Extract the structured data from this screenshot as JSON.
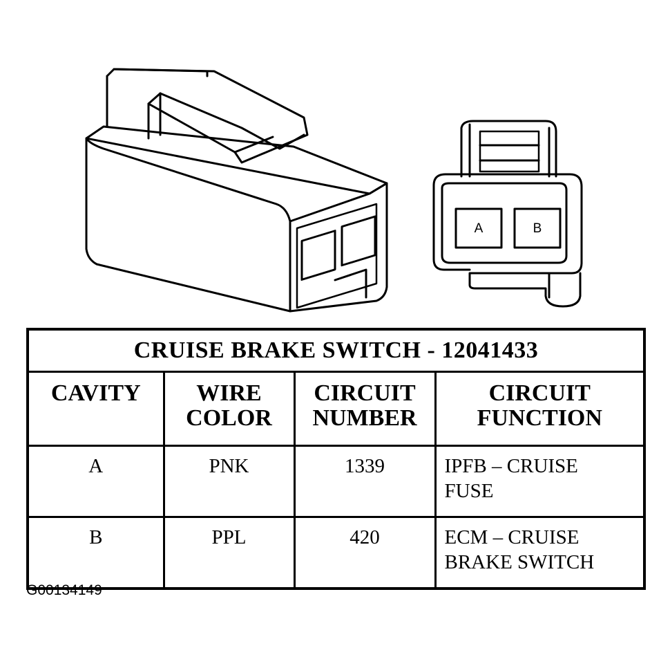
{
  "connector": {
    "cavity_labels": [
      "A",
      "B"
    ]
  },
  "table": {
    "title": "CRUISE BRAKE SWITCH - 12041433",
    "headers": [
      [
        "CAVITY"
      ],
      [
        "WIRE",
        "COLOR"
      ],
      [
        "CIRCUIT",
        "NUMBER"
      ],
      [
        "CIRCUIT",
        "FUNCTION"
      ]
    ],
    "rows": [
      {
        "cavity": "A",
        "wire_color": "PNK",
        "circuit_number": "1339",
        "function": [
          "IPFB – CRUISE",
          "FUSE"
        ]
      },
      {
        "cavity": "B",
        "wire_color": "PPL",
        "circuit_number": "420",
        "function": [
          "ECM – CRUISE",
          "BRAKE SWITCH"
        ]
      }
    ]
  },
  "figure_code": "G00134149"
}
